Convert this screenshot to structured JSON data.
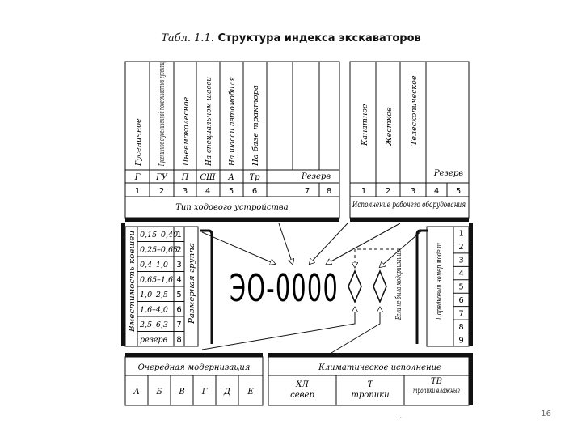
{
  "title": {
    "tab": "Табл. 1.1.",
    "text": "Структура индекса экскаваторов"
  },
  "chassis": {
    "types": [
      {
        "label": "Гусеничное",
        "code": "Г",
        "num": "1"
      },
      {
        "label": "Гусеничное с увеличенной поверхностью гусениц",
        "code": "ГУ",
        "num": "2"
      },
      {
        "label": "Пневмоколесное",
        "code": "П",
        "num": "3"
      },
      {
        "label": "На специальном шасси",
        "code": "СШ",
        "num": "4"
      },
      {
        "label": "На шасси автомобиля",
        "code": "А",
        "num": "5"
      },
      {
        "label": "На базе трактора",
        "code": "Тр",
        "num": "6"
      }
    ],
    "reserve_label": "Резерв",
    "reserve_nums": [
      "7",
      "8"
    ],
    "caption": "Тип ходового устройства"
  },
  "equipment": {
    "types": [
      {
        "label": "Канатное",
        "num": "1"
      },
      {
        "label": "Жесткое",
        "num": "2"
      },
      {
        "label": "Телескопическое",
        "num": "3"
      }
    ],
    "reserve_label": "Резерв",
    "reserve_nums": [
      "4",
      "5"
    ],
    "caption": "Исполнение рабочего оборудования"
  },
  "bucket": {
    "vertical_label": "Вместимость ковшей",
    "ranges": [
      "0,15–0,40",
      "0,25–0,65",
      "0,4–1,0",
      "0,65–1,6",
      "1,0–2,5",
      "1,6–4,0",
      "2,5–6,3",
      "резерв"
    ],
    "nums": [
      "1",
      "2",
      "3",
      "4",
      "5",
      "6",
      "7",
      "8"
    ],
    "group_label": "Размерная группа"
  },
  "model": {
    "label": "Порядковый номер модели",
    "nums": [
      "1",
      "2",
      "3",
      "4",
      "5",
      "6",
      "7",
      "8",
      "9"
    ]
  },
  "index_text": "ЭО-0000",
  "mod_note": "Если не была модернизация",
  "modernization": {
    "caption": "Очередная модернизация",
    "letters": [
      "А",
      "Б",
      "В",
      "Г",
      "Д",
      "Е"
    ]
  },
  "climate": {
    "caption": "Климатическое исполнение",
    "items": [
      {
        "code": "ХЛ",
        "name": "север"
      },
      {
        "code": "Т",
        "name": "тропики"
      },
      {
        "code": "ТВ",
        "name": "тропики влажные"
      }
    ]
  },
  "page_number": "16"
}
